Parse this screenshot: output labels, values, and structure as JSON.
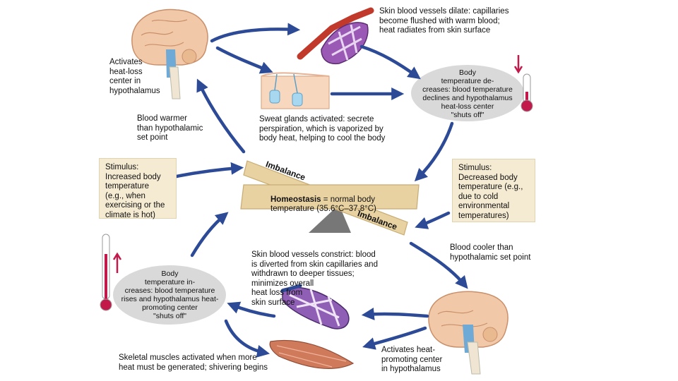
{
  "labels": {
    "skin_dilate": "Skin blood vessels dilate: capillaries\nbecome flushed with warm blood;\nheat radiates from skin surface",
    "activates_heat_loss": "Activates\nheat-loss\ncenter in\nhypothalamus",
    "blood_warmer": "Blood warmer\nthan hypothalamic\nset point",
    "sweat_glands": "Sweat glands activated: secrete\nperspiration, which is vaporized by\nbody heat, helping to cool the body",
    "temp_decreases": "Body\ntemperature de-\ncreases: blood temperature\ndeclines and hypothalamus\nheat-loss center\n\"shuts off\"",
    "stimulus_increased": "Stimulus:\nIncreased body\ntemperature\n(e.g., when\nexercising or the\nclimate is hot)",
    "stimulus_decreased": "Stimulus:\nDecreased body\ntemperature (e.g.,\ndue to cold\nenvironmental\ntemperatures)",
    "imbalance_top": "Imbalance",
    "imbalance_bottom": "Imbalance",
    "homeostasis_bold": "Homeostasis",
    "homeostasis_rest": " = normal body\ntemperature (35.6°C–37.8°C)",
    "blood_cooler": "Blood cooler than\nhypothalamic set point",
    "skin_constrict": "Skin blood vessels constrict: blood\nis diverted from skin capillaries and\n             withdrawn to deeper tissues;\n                      minimizes overall\n                        heat loss from\n                          skin surface",
    "temp_increases": "Body\ntemperature in-\ncreases: blood temperature\nrises and hypothalamus heat-\npromoting center\n\"shuts off\"",
    "skeletal_muscles": "Skeletal muscles activated when more\nheat must be generated; shivering begins",
    "activates_heat_promoting": "Activates heat-\npromoting center\nin hypothalamus"
  },
  "colors": {
    "arrow": "#2c4a96",
    "plank": "#e9d2a2",
    "stimulus_box": "#f5ead2",
    "ellipse": "#d9d9d9",
    "thermometer_red": "#c2184a"
  },
  "icons": [
    "brain-icon",
    "blood-vessel-icon",
    "skin-section-icon",
    "thermometer-icon",
    "muscle-icon",
    "seesaw-icon"
  ]
}
